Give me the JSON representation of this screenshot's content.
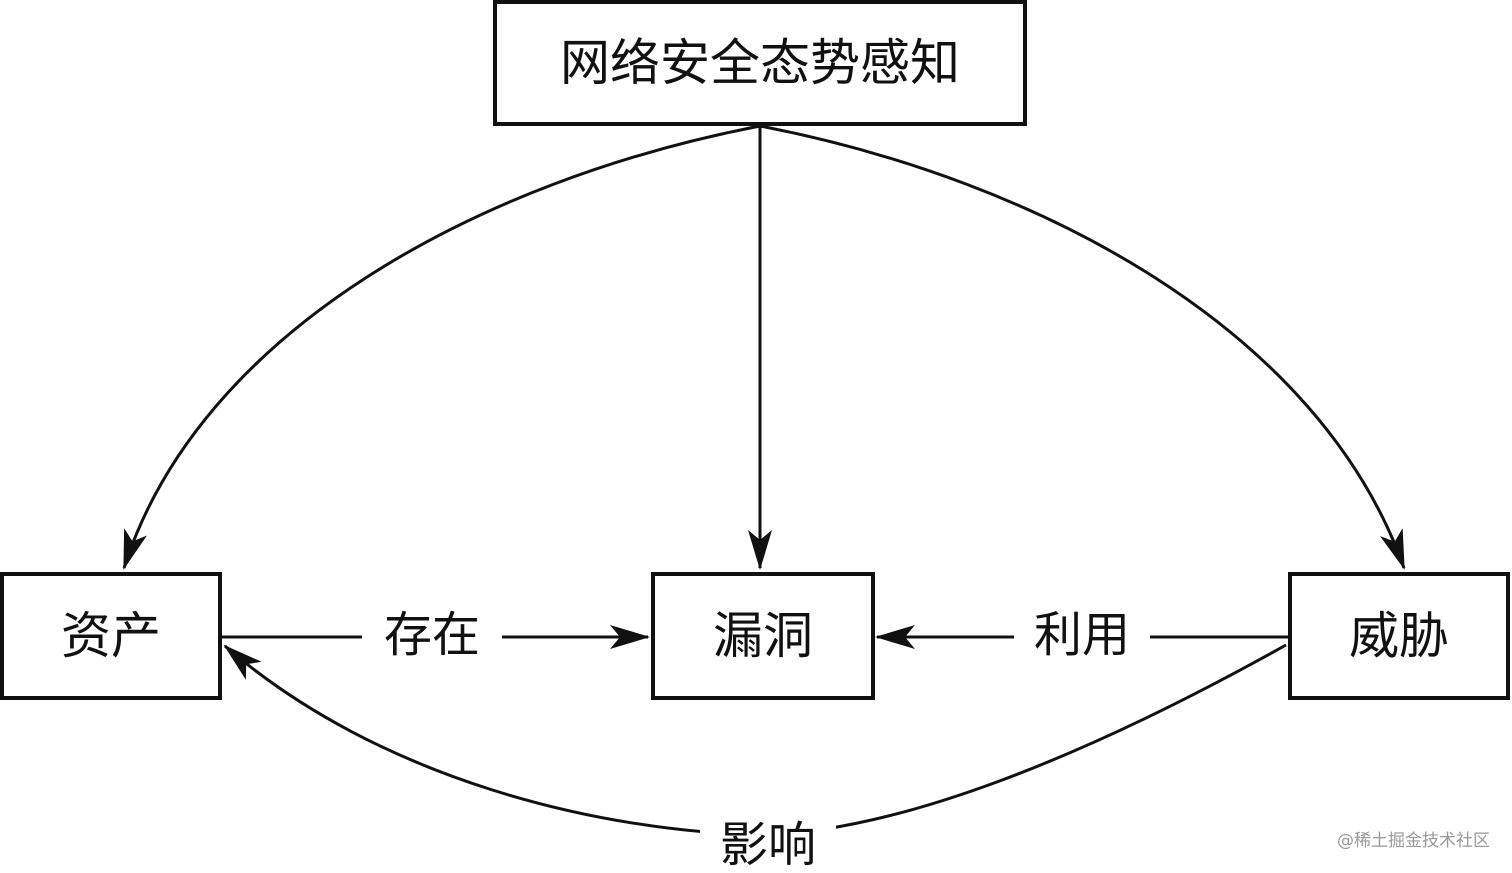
{
  "nodes": {
    "situational_awareness": "网络安全态势感知",
    "assets": "资产",
    "vulnerability": "漏洞",
    "threat": "威胁"
  },
  "edges": {
    "exists": "存在",
    "exploits": "利用",
    "affects": "影响"
  },
  "watermark": "@稀土掘金技术社区"
}
